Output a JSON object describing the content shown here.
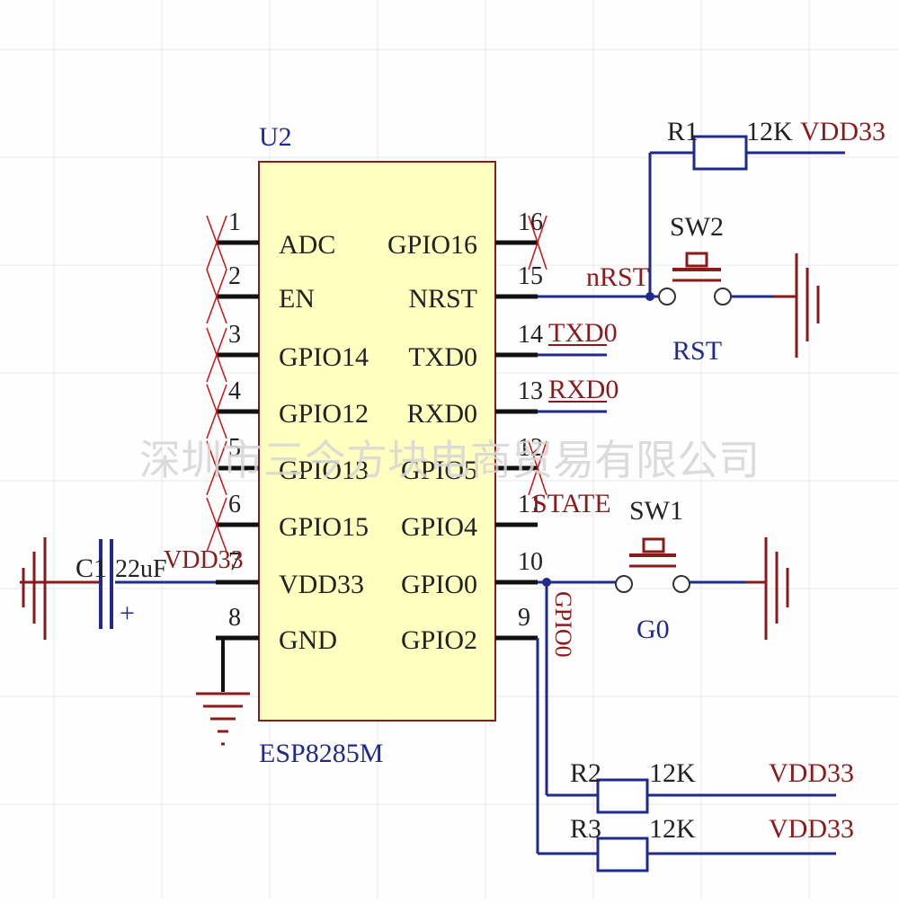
{
  "chip": {
    "designator": "U2",
    "part": "ESP8285M",
    "left_pins": [
      {
        "num": "1",
        "name": "ADC"
      },
      {
        "num": "2",
        "name": "EN"
      },
      {
        "num": "3",
        "name": "GPIO14"
      },
      {
        "num": "4",
        "name": "GPIO12"
      },
      {
        "num": "5",
        "name": "GPIO13"
      },
      {
        "num": "6",
        "name": "GPIO15"
      },
      {
        "num": "7",
        "name": "VDD33"
      },
      {
        "num": "8",
        "name": "GND"
      }
    ],
    "right_pins": [
      {
        "num": "16",
        "name": "GPIO16"
      },
      {
        "num": "15",
        "name": "NRST"
      },
      {
        "num": "14",
        "name": "TXD0"
      },
      {
        "num": "13",
        "name": "RXD0"
      },
      {
        "num": "12",
        "name": "GPIO5"
      },
      {
        "num": "11",
        "name": "GPIO4"
      },
      {
        "num": "10",
        "name": "GPIO0"
      },
      {
        "num": "9",
        "name": "GPIO2"
      }
    ]
  },
  "nets": {
    "nrst": "nRST",
    "txd0": "TXD0",
    "rxd0": "RXD0",
    "state": "STATE",
    "vdd33_left": "VDD33",
    "gpio0_vertical": "GPIO0"
  },
  "components": {
    "r1": {
      "ref": "R1",
      "value": "12K",
      "net": "VDD33"
    },
    "r2": {
      "ref": "R2",
      "value": "12K",
      "net": "VDD33"
    },
    "r3": {
      "ref": "R3",
      "value": "12K",
      "net": "VDD33"
    },
    "sw2": {
      "ref": "SW2",
      "label": "RST"
    },
    "sw1": {
      "ref": "SW1",
      "label": "G0"
    },
    "c1": {
      "ref": "C1",
      "value": "22uF",
      "polarity": "+"
    }
  },
  "watermark": "深圳市三今方块电商贸易有限公司",
  "colors": {
    "chip_fill": "#ffffc0",
    "chip_border": "#8b1a1a",
    "wire": "#1f2a8c",
    "pin": "#111111",
    "component": "#8b1a1a",
    "component_blue": "#1f2a8c",
    "noconnect": "#d01010",
    "grid": "#e6e6e6"
  }
}
